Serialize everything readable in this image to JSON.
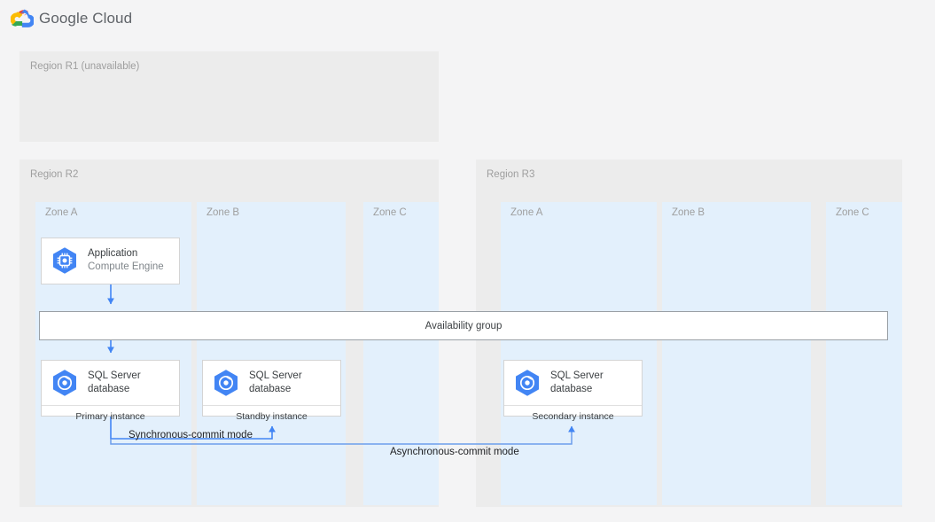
{
  "header": {
    "logo_icon": "google-cloud-logo",
    "wordmark": "Google Cloud"
  },
  "regions": [
    {
      "id": "r1",
      "label": "Region R1 (unavailable)",
      "available": false,
      "zones": []
    },
    {
      "id": "r2",
      "label": "Region R2",
      "available": true,
      "zones": [
        {
          "id": "r2-a",
          "label": "Zone A"
        },
        {
          "id": "r2-b",
          "label": "Zone B"
        },
        {
          "id": "r2-c",
          "label": "Zone C"
        }
      ]
    },
    {
      "id": "r3",
      "label": "Region R3",
      "available": true,
      "zones": [
        {
          "id": "r3-a",
          "label": "Zone A"
        },
        {
          "id": "r3-b",
          "label": "Zone B"
        },
        {
          "id": "r3-c",
          "label": "Zone C"
        }
      ]
    }
  ],
  "components": {
    "application": {
      "icon": "compute-engine-icon",
      "title": "Application",
      "subtitle": "Compute Engine"
    },
    "db_primary": {
      "icon": "sql-server-database-icon",
      "title_line1": "SQL Server",
      "title_line2": "database",
      "role": "Primary instance"
    },
    "db_standby": {
      "icon": "sql-server-database-icon",
      "title_line1": "SQL Server",
      "title_line2": "database",
      "role": "Standby instance"
    },
    "db_secondary": {
      "icon": "sql-server-database-icon",
      "title_line1": "SQL Server",
      "title_line2": "database",
      "role": "Secondary instance"
    },
    "availability_group": {
      "label": "Availability group"
    }
  },
  "connectors": {
    "sync_label": "Synchronous-commit mode",
    "async_label": "Asynchronous-commit mode"
  },
  "colors": {
    "page_background": "#f4f4f5",
    "region_background": "#ececec",
    "zone_background": "#e3f0fc",
    "card_background": "#ffffff",
    "card_border": "#d4d4d4",
    "arrow_blue": "#4285f4",
    "line_blue": "#5b8def",
    "icon_hex_blue": "#4285f4",
    "muted_text": "#9e9e9e",
    "body_text": "#3c4043",
    "logo_red": "#ea4335",
    "logo_yellow": "#fbbc04",
    "logo_green": "#34a853",
    "logo_blue": "#4285f4"
  }
}
